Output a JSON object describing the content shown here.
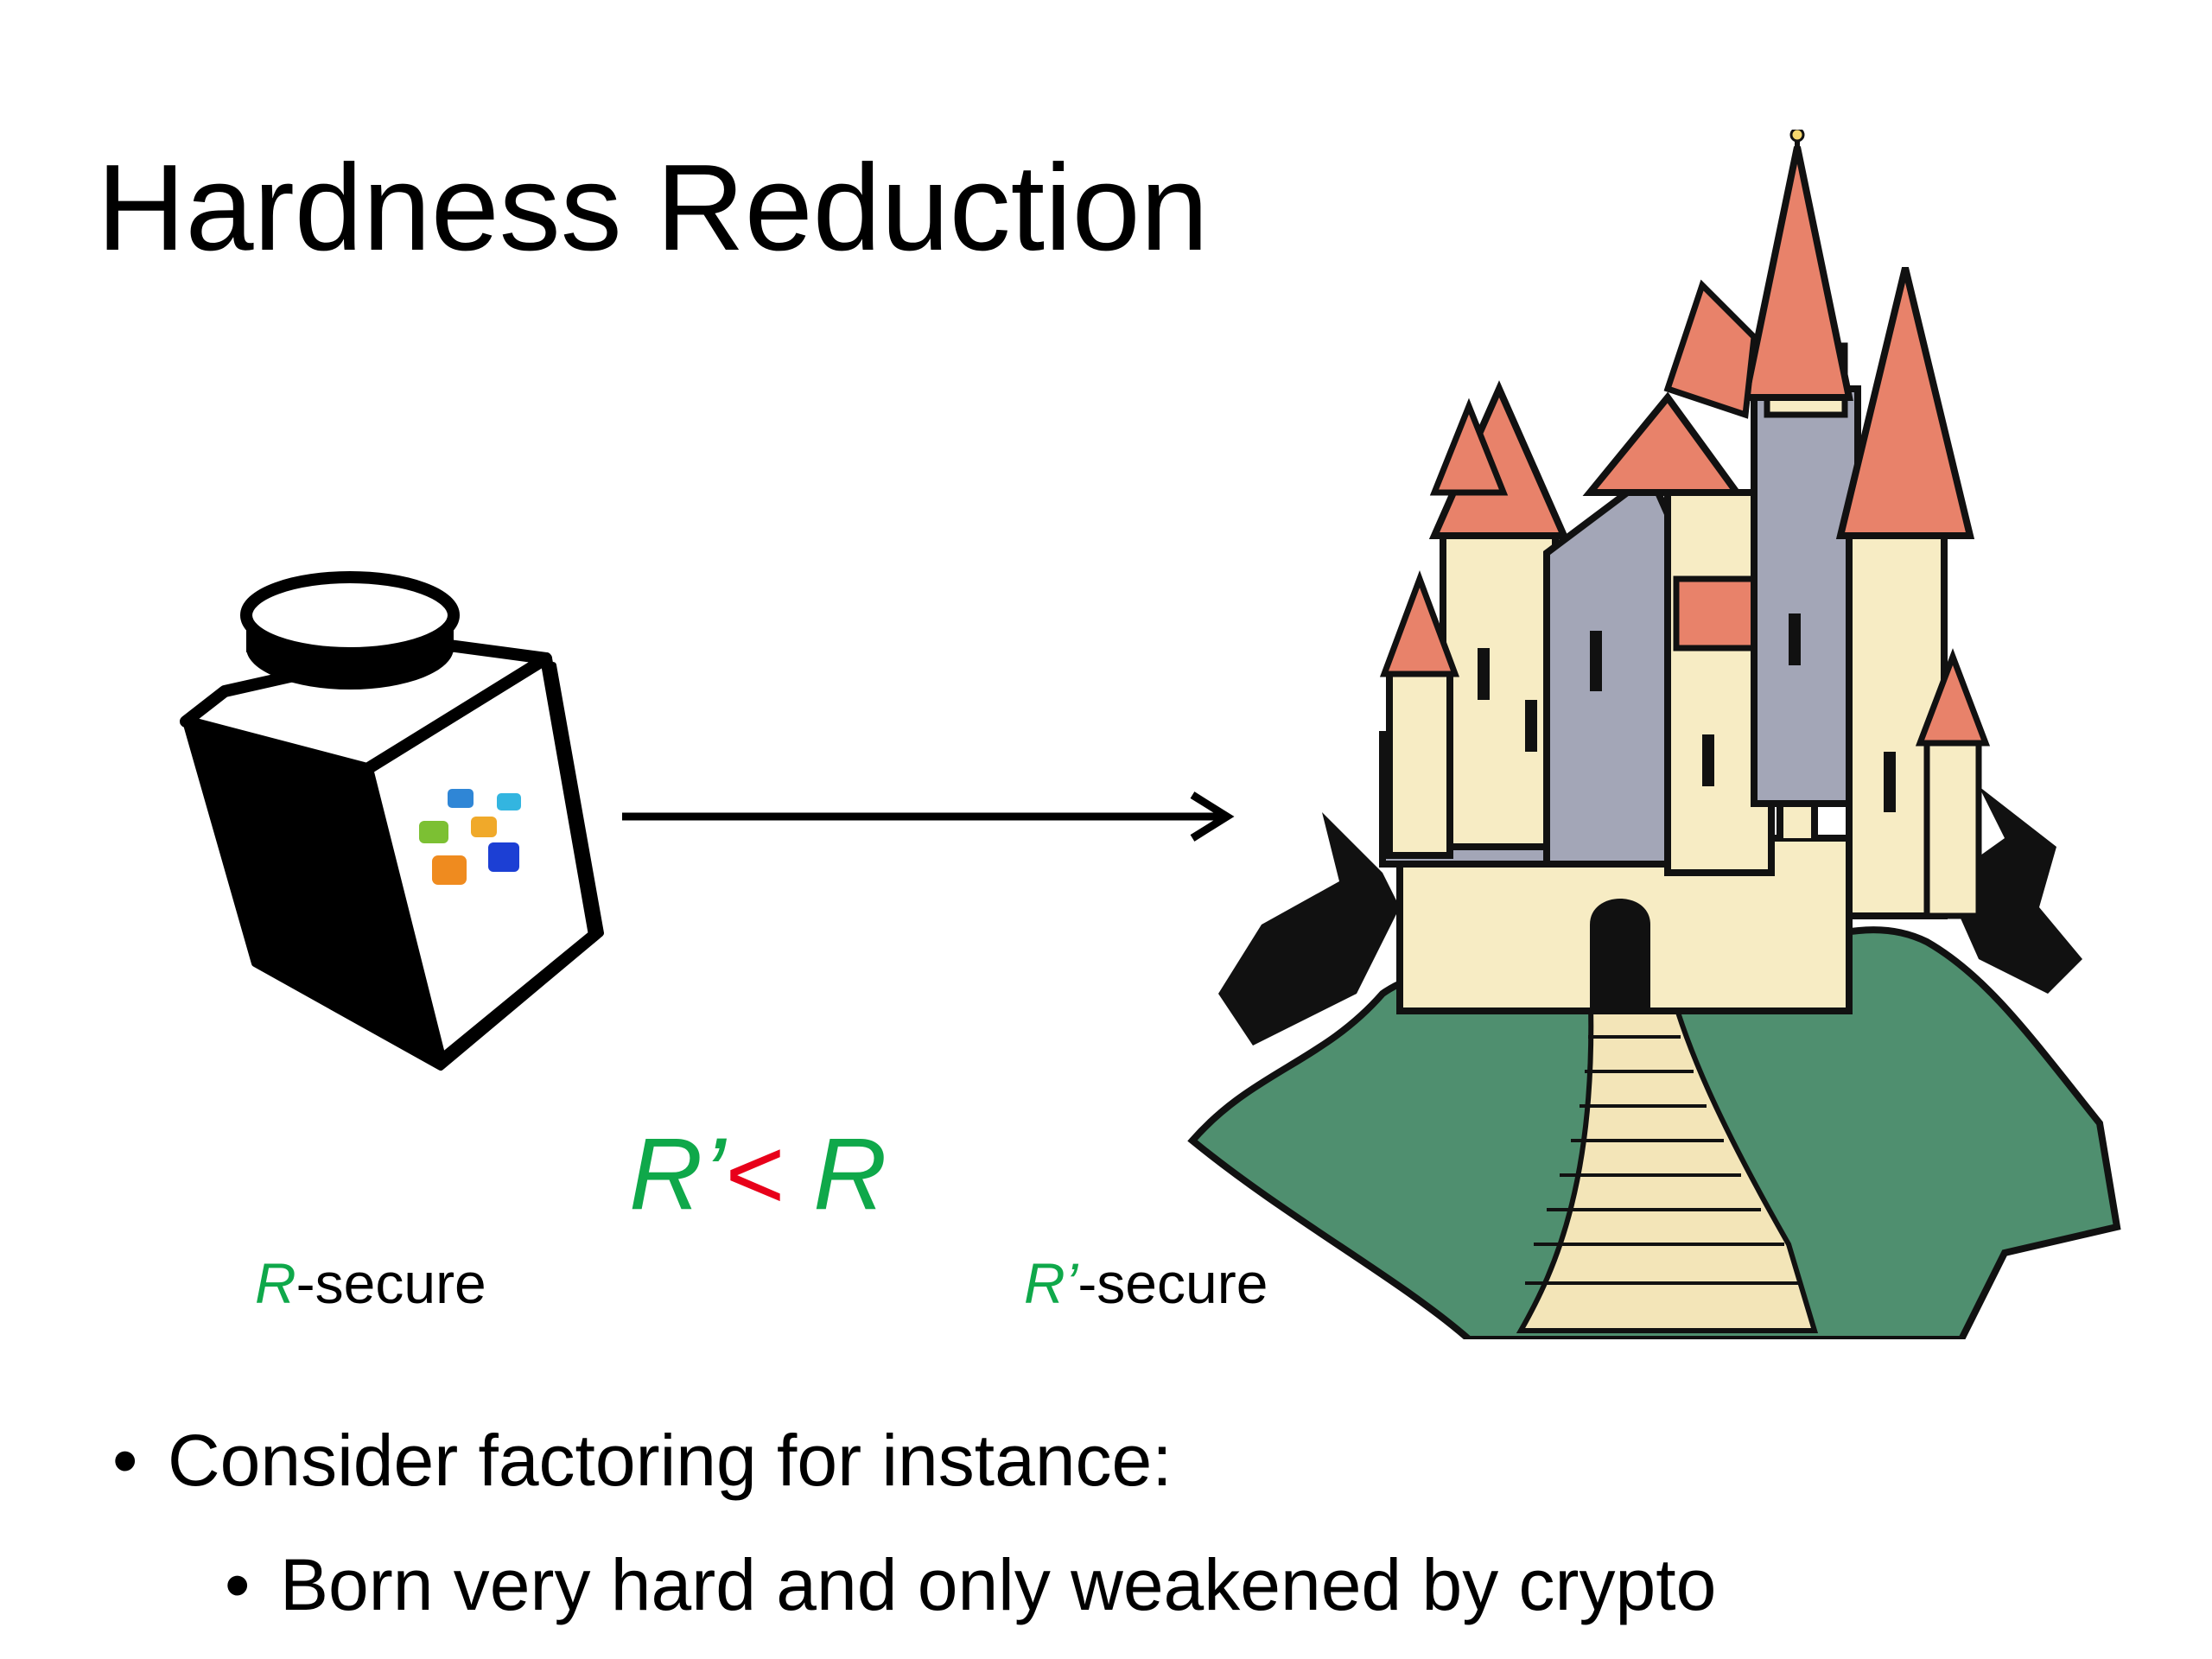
{
  "slide": {
    "title": "Hardness Reduction"
  },
  "left_label": {
    "symbol": "R",
    "suffix": "-secure"
  },
  "right_label": {
    "symbol": "R’",
    "suffix": "-secure"
  },
  "formula": {
    "left": "R’",
    "operator": "<",
    "right": "R"
  },
  "bullets": [
    {
      "text": "Consider factoring for instance:",
      "marker": "•"
    },
    {
      "text": "Born very hard and only weakened by crypto",
      "marker": "•"
    }
  ],
  "colors": {
    "symbol_green": "#0fa84a",
    "operator_red": "#e8001a",
    "castle_roof": "#e8826a",
    "castle_wall": "#f7ecc4",
    "castle_stone": "#a3a6b7",
    "grass": "#4f8f6f"
  },
  "illustrations": {
    "left": "lego-brick-with-puzzle-pieces",
    "right": "castle-on-hill",
    "arrow": "right-arrow"
  }
}
